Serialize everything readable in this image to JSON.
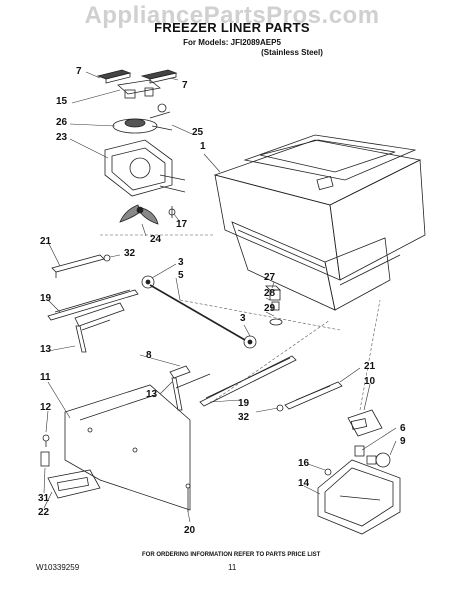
{
  "watermark": "AppliancePartsPros.com",
  "title": "FREEZER LINER PARTS",
  "models": "For Models: JFI2089AEP5",
  "finish": "(Stainless Steel)",
  "callouts": {
    "c7a": "7",
    "c7b": "7",
    "c15": "15",
    "c26": "26",
    "c23": "23",
    "c25": "25",
    "c1": "1",
    "c17": "17",
    "c24": "24",
    "c21a": "21",
    "c32a": "32",
    "c3a": "3",
    "c5": "5",
    "c19a": "19",
    "c13a": "13",
    "c8": "8",
    "c27": "27",
    "c28": "28",
    "c29": "29",
    "c3b": "3",
    "c21b": "21",
    "c10": "10",
    "c11": "11",
    "c12": "12",
    "c13b": "13",
    "c19b": "19",
    "c32b": "32",
    "c6": "6",
    "c9": "9",
    "c16": "16",
    "c14": "14",
    "c31": "31",
    "c22": "22",
    "c20": "20"
  },
  "footer": {
    "ordering": "FOR ORDERING INFORMATION REFER TO PARTS PRICE LIST",
    "doc_number": "W10339259",
    "page": "11"
  }
}
